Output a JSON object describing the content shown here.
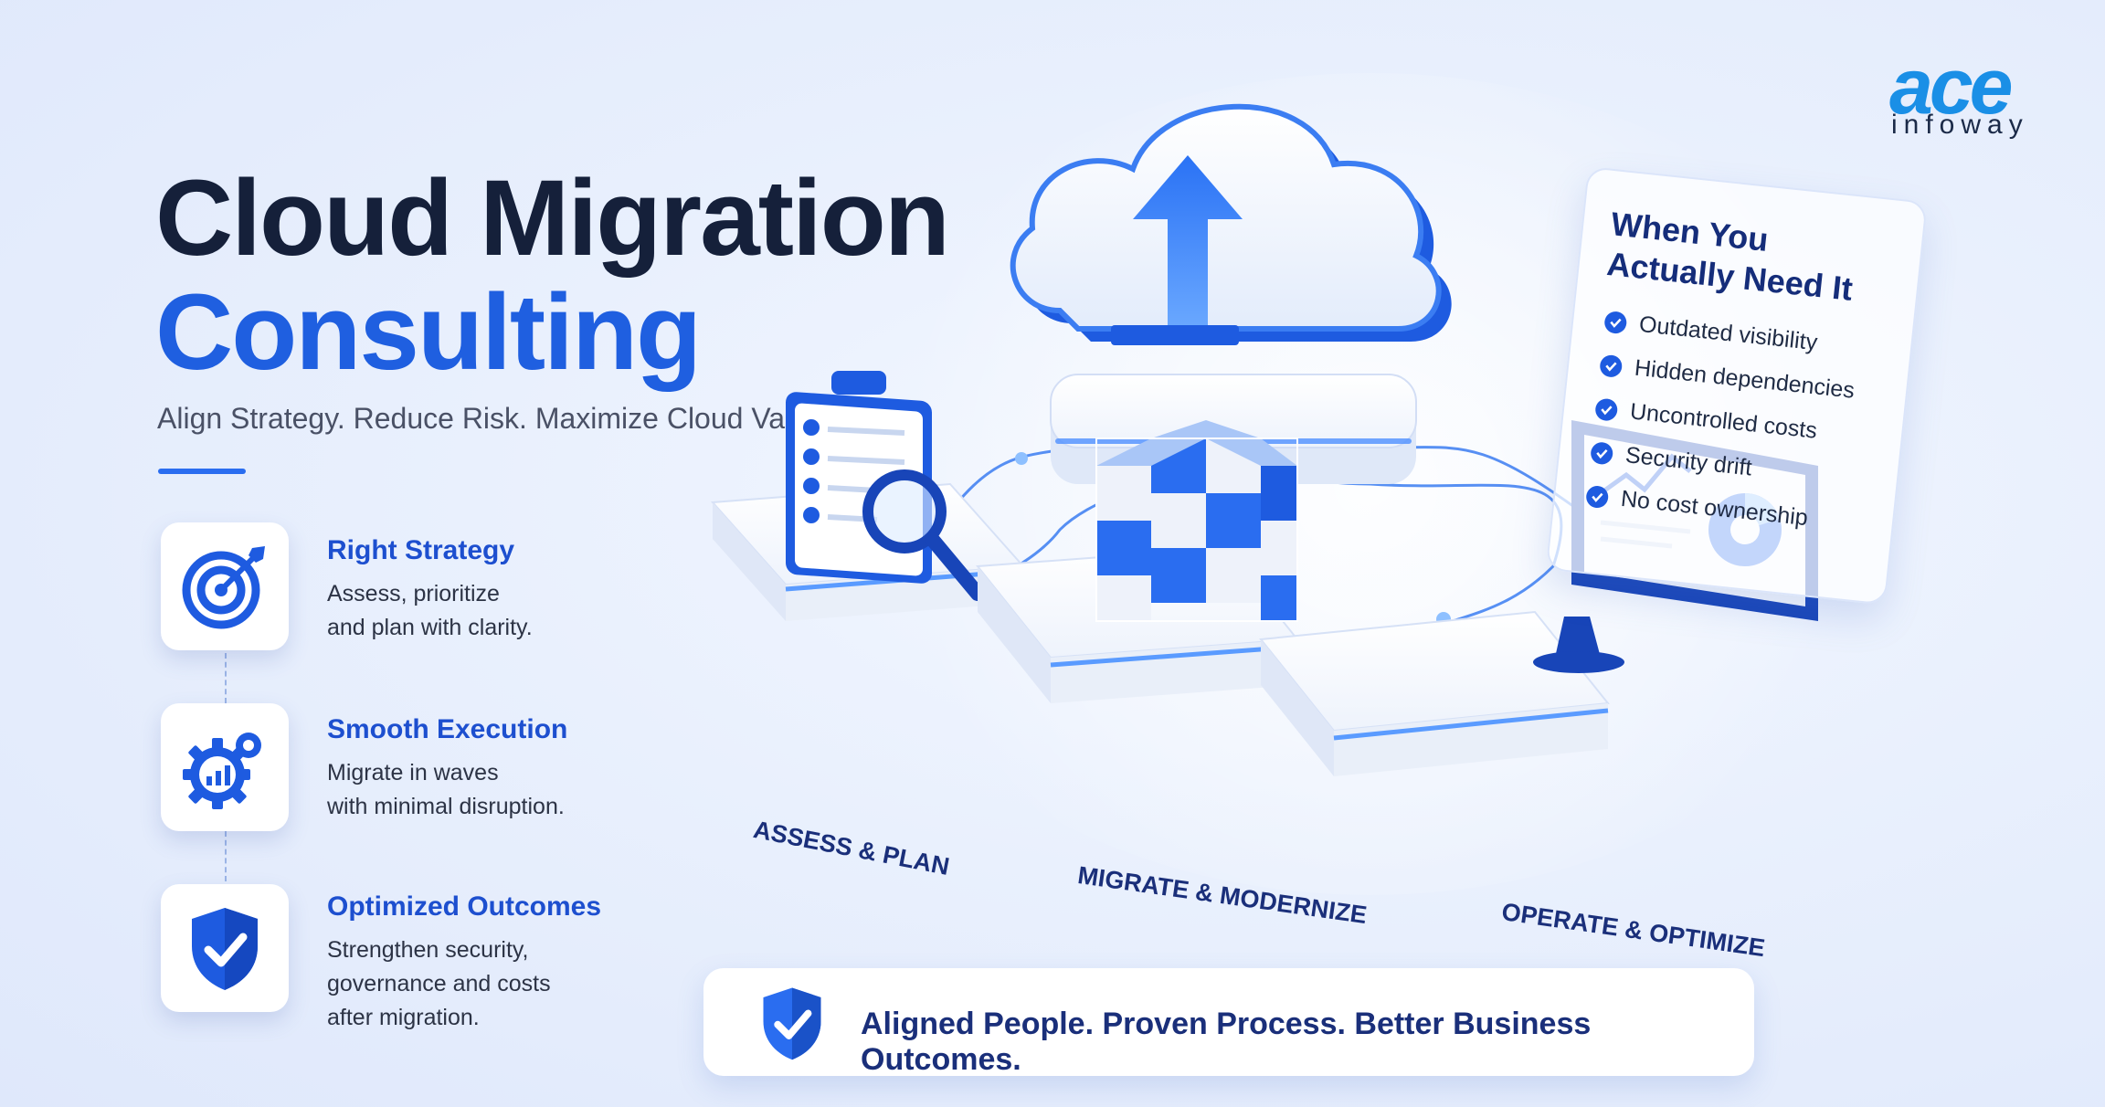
{
  "brand": {
    "logo_main": "ace",
    "logo_sub": "infoway",
    "accent": "#1e5be0"
  },
  "hero": {
    "title_line1": "Cloud Migration",
    "title_line2": "Consulting",
    "tagline": "Align Strategy. Reduce Risk. Maximize Cloud Value."
  },
  "features": [
    {
      "icon": "target-icon",
      "title": "Right Strategy",
      "desc1": "Assess, prioritize",
      "desc2": "and plan with clarity.",
      "desc3": ""
    },
    {
      "icon": "gear-chart-icon",
      "title": "Smooth Execution",
      "desc1": "Migrate in waves",
      "desc2": "with minimal disruption.",
      "desc3": ""
    },
    {
      "icon": "shield-check-icon",
      "title": "Optimized Outcomes",
      "desc1": "Strengthen security,",
      "desc2": "governance and costs",
      "desc3": "after migration."
    }
  ],
  "need_card": {
    "title1": "When You",
    "title2": "Actually Need It",
    "items": [
      "Outdated visibility",
      "Hidden dependencies",
      "Uncontrolled costs",
      "Security drift",
      "No cost ownership"
    ]
  },
  "stages": [
    {
      "label": "ASSESS & PLAN",
      "icon": "clipboard-magnifier-icon"
    },
    {
      "label": "MIGRATE & MODERNIZE",
      "icon": "cubes-icon"
    },
    {
      "label": "OPERATE & OPTIMIZE",
      "icon": "monitor-chart-icon"
    }
  ],
  "banner": {
    "text": "Aligned People. Proven Process. Better Business Outcomes.",
    "icon": "shield-check-icon"
  },
  "cloud": {
    "icon": "cloud-upload-icon"
  }
}
